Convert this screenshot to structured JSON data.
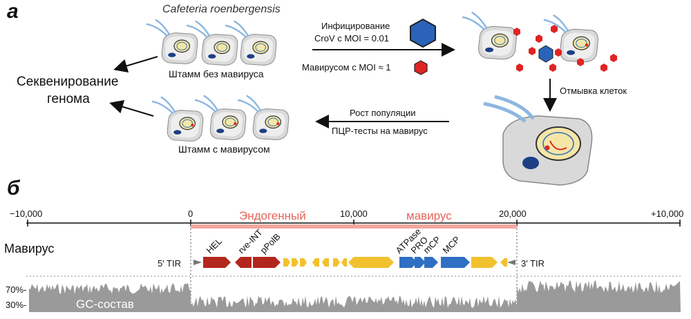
{
  "panel_a": {
    "label": "а",
    "species": "Cafeteria roenbergensis",
    "strain_without": "Штамм без мавируса",
    "strain_with": "Штамм с мавирусом",
    "sequencing_line1": "Секвенирование",
    "sequencing_line2": "генома",
    "infection_line1": "Инфицирование",
    "infection_line2": "CroV  с MOI = 0.01",
    "mavirus_moi": "Мавирусом с MOI ≈ 1",
    "wash": "Отмывка клеток",
    "growth_line1": "Рост популяции",
    "growth_line2": "ПЦР-тесты на мавирус",
    "colors": {
      "crov": "#2a63b8",
      "mavirus": "#e02424",
      "cell": "#dcdcdc"
    }
  },
  "panel_b": {
    "label": "б",
    "ticks": [
      "−10,000",
      "0",
      "10,000",
      "20,000",
      "+10,000"
    ],
    "endogenous_word1": "Эндогенный",
    "endogenous_word2": "мавирус",
    "track_label": "Мавирус",
    "tir5": "5′ TIR",
    "tir3": "3′ TIR",
    "genes": [
      "HEL",
      "rve-INT",
      "pPolB",
      "ATPase",
      "PRO",
      "mCP",
      "MCP"
    ],
    "gc_label": "GC-состав",
    "gc_70": "70%-",
    "gc_30": "30%-",
    "colors": {
      "red_genes": "#b3261e",
      "yellow_genes": "#f2c12e",
      "blue_genes": "#2f6fc4",
      "highlight": "#f4a7a0"
    }
  }
}
